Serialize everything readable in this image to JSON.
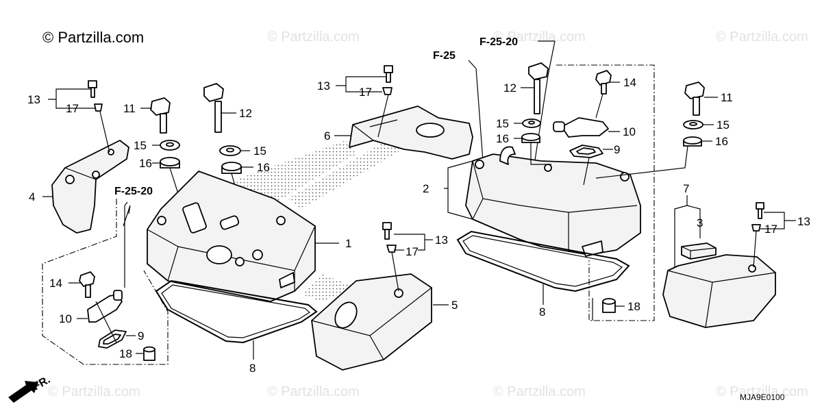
{
  "watermark_brand": "© Partzilla.com",
  "watermark_faint": "© Partzilla.com",
  "diagram_code": "MJA9E0100",
  "front_arrow_label": "FR.",
  "references": {
    "f25": "F-25",
    "f2520_top": "F-25-20",
    "f2520_left": "F-25-20"
  },
  "callouts": {
    "c1": "1",
    "c2": "2",
    "c3": "3",
    "c4": "4",
    "c5": "5",
    "c6": "6",
    "c7": "7",
    "c8a": "8",
    "c8b": "8",
    "c9a": "9",
    "c9b": "9",
    "c10a": "10",
    "c10b": "10",
    "c11a": "11",
    "c11b": "11",
    "c12a": "12",
    "c12b": "12",
    "c13a": "13",
    "c13b": "13",
    "c13c": "13",
    "c13d": "13",
    "c14a": "14",
    "c14b": "14",
    "c15a": "15",
    "c15b": "15",
    "c15c": "15",
    "c15d": "15",
    "c16a": "16",
    "c16b": "16",
    "c16c": "16",
    "c16d": "16",
    "c17a": "17",
    "c17b": "17",
    "c17c": "17",
    "c17d": "17",
    "c18a": "18",
    "c18b": "18"
  }
}
